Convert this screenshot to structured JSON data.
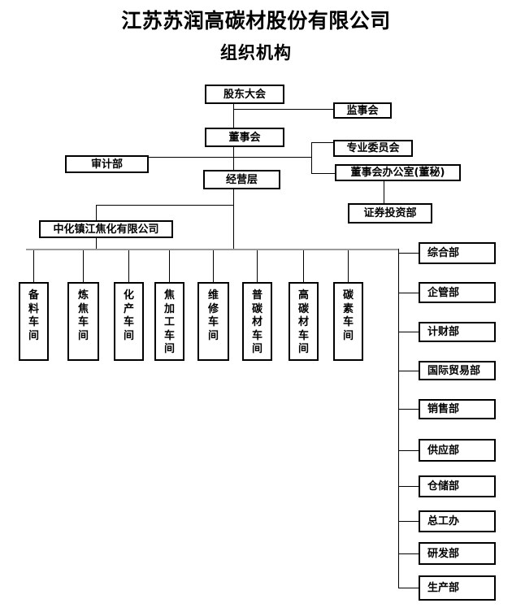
{
  "title": "江苏苏润高碳材股份有限公司",
  "subtitle": "组织机构",
  "colors": {
    "background": "#ffffff",
    "box_border": "#000000",
    "connector_line": "#000000",
    "trunk_line": "#9a9a9a",
    "text": "#000000"
  },
  "nodes": {
    "shareholders": "股东大会",
    "supervisory": "监事会",
    "board": "董事会",
    "audit": "审计部",
    "committee": "专业委员会",
    "board_office": "董事会办公室(董秘)",
    "management": "经营层",
    "securities": "证券投资部",
    "subsidiary": "中化镇江焦化有限公司"
  },
  "workshops": [
    "备料车间",
    "炼焦车间",
    "化产车间",
    "焦加工车间",
    "维修车间",
    "普碳材车间",
    "高碳材车间",
    "碳素车间"
  ],
  "departments": [
    "综合部",
    "企管部",
    "计财部",
    "国际贸易部",
    "销售部",
    "供应部",
    "仓储部",
    "总工办",
    "研发部",
    "生产部"
  ],
  "edges": [
    [
      "股东大会",
      "监事会"
    ],
    [
      "股东大会",
      "董事会"
    ],
    [
      "董事会",
      "审计部"
    ],
    [
      "董事会",
      "专业委员会"
    ],
    [
      "董事会",
      "董事会办公室(董秘)"
    ],
    [
      "董事会办公室(董秘)",
      "证券投资部"
    ],
    [
      "董事会",
      "经营层"
    ],
    [
      "经营层",
      "中化镇江焦化有限公司"
    ],
    [
      "经营层",
      "备料车间"
    ],
    [
      "经营层",
      "炼焦车间"
    ],
    [
      "经营层",
      "化产车间"
    ],
    [
      "经营层",
      "焦加工车间"
    ],
    [
      "经营层",
      "维修车间"
    ],
    [
      "经营层",
      "普碳材车间"
    ],
    [
      "经营层",
      "高碳材车间"
    ],
    [
      "经营层",
      "碳素车间"
    ],
    [
      "经营层",
      "综合部"
    ],
    [
      "经营层",
      "企管部"
    ],
    [
      "经营层",
      "计财部"
    ],
    [
      "经营层",
      "国际贸易部"
    ],
    [
      "经营层",
      "销售部"
    ],
    [
      "经营层",
      "供应部"
    ],
    [
      "经营层",
      "仓储部"
    ],
    [
      "经营层",
      "总工办"
    ],
    [
      "经营层",
      "研发部"
    ],
    [
      "经营层",
      "生产部"
    ]
  ]
}
